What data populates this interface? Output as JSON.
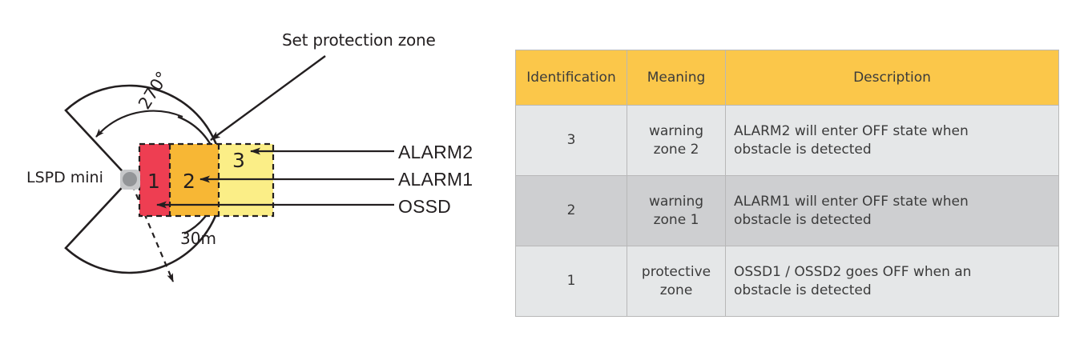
{
  "diagram": {
    "title_annotation": "Set protection zone",
    "sensor_label": "LSPD mini",
    "angle_label": "270°",
    "range_label": "30m",
    "zones": [
      {
        "number": "1",
        "color": "#EE3E52",
        "name": "protective-zone"
      },
      {
        "number": "2",
        "color": "#F7B735",
        "name": "warning-zone-1"
      },
      {
        "number": "3",
        "color": "#FBEE87",
        "name": "warning-zone-2"
      }
    ],
    "signals": [
      {
        "label": "ALARM2",
        "target_zone": "3"
      },
      {
        "label": "ALARM1",
        "target_zone": "2"
      },
      {
        "label": "OSSD",
        "target_zone": "1"
      }
    ],
    "colors": {
      "zone1": "#EE3E52",
      "zone2": "#F7B735",
      "zone3": "#FBEE87",
      "sensor_body": "#C7C8CA",
      "sensor_dot": "#939598",
      "outline": "#231F20"
    }
  },
  "table": {
    "headers": [
      "Identification",
      "Meaning",
      "Description"
    ],
    "header_color": "#FBC74A",
    "row_light_color": "#E5E7E8",
    "row_dark_color": "#CECFD1",
    "rows": [
      {
        "identification": "3",
        "meaning_line1": "warning",
        "meaning_line2": "zone 2",
        "desc_line1": "ALARM2 will enter OFF state when",
        "desc_line2": "obstacle is detected",
        "shade": "light"
      },
      {
        "identification": "2",
        "meaning_line1": "warning",
        "meaning_line2": "zone 1",
        "desc_line1": " ALARM1 will enter OFF state when",
        "desc_line2": "obstacle is detected",
        "shade": "dark"
      },
      {
        "identification": "1",
        "meaning_line1": "protective",
        "meaning_line2": "zone",
        "desc_line1": "OSSD1 / OSSD2 goes OFF when an",
        "desc_line2": "obstacle is detected",
        "shade": "light"
      }
    ]
  }
}
